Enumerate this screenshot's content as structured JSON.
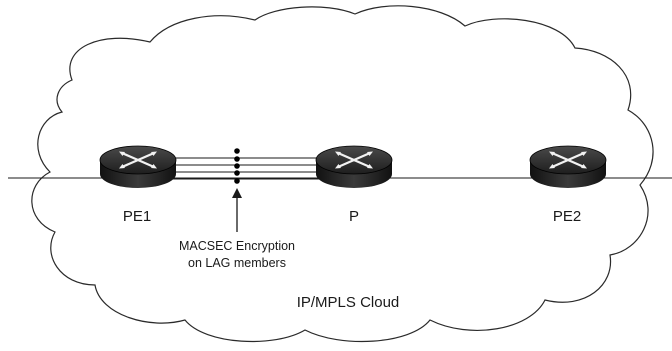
{
  "diagram": {
    "nodes": [
      {
        "id": "pe1",
        "label": "PE1",
        "icon": "router-icon"
      },
      {
        "id": "p",
        "label": "P",
        "icon": "router-icon"
      },
      {
        "id": "pe2",
        "label": "PE2",
        "icon": "router-icon"
      }
    ],
    "annotation": {
      "line1": "MACSEC Encryption",
      "line2": "on LAG members"
    },
    "cloud_label": "IP/MPLS Cloud",
    "lag_member_count": 4
  }
}
